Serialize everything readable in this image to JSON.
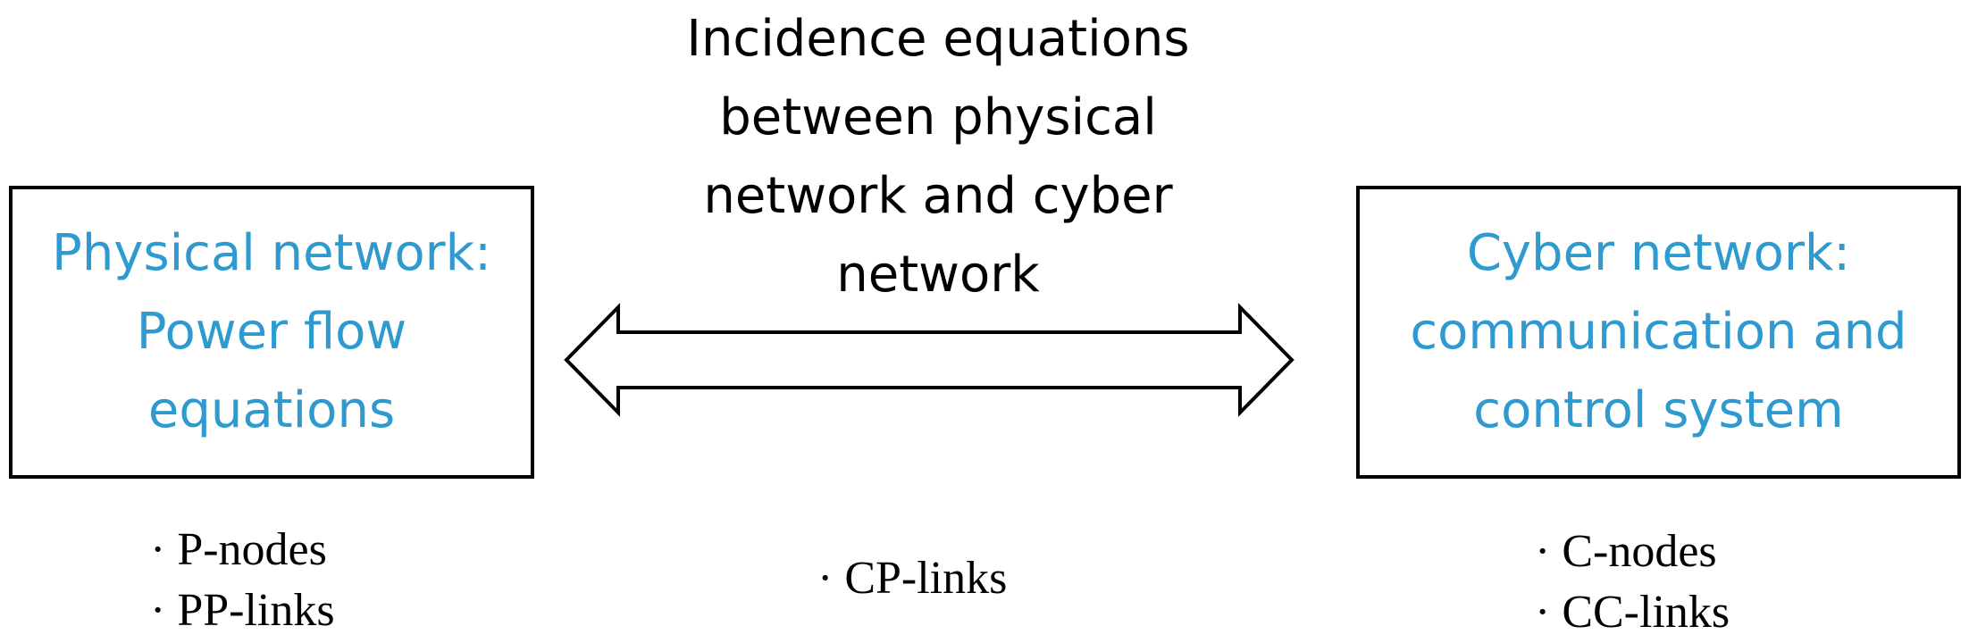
{
  "colors": {
    "box_text": "#2E9AD0",
    "text": "#000000",
    "border": "#000000"
  },
  "physical": {
    "box_text": "Physical network:\nPower flow\nequations",
    "items": [
      "· P-nodes",
      "· PP-links"
    ]
  },
  "center": {
    "title": "Incidence equations\nbetween physical\nnetwork and cyber\nnetwork",
    "items": [
      "· CP-links"
    ]
  },
  "cyber": {
    "box_text": "Cyber network:\ncommunication and\ncontrol system",
    "items": [
      "· C-nodes",
      "· CC-links"
    ]
  },
  "icons": {
    "connector": "double-headed-arrow-icon"
  }
}
